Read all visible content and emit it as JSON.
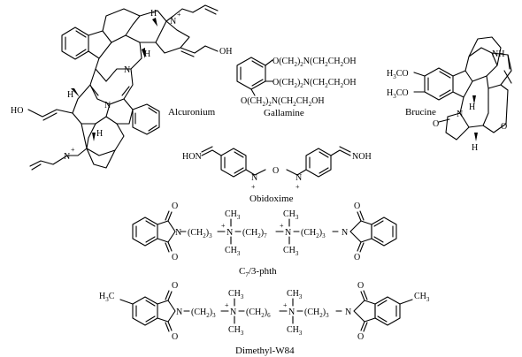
{
  "compounds": {
    "alcuronium": {
      "name": "Alcuronium",
      "atoms": {
        "oh": "HO",
        "oh_right": "OH",
        "n": "N",
        "h": "H",
        "plus": "+"
      }
    },
    "gallamine": {
      "name": "Gallamine",
      "substituent_1": "O(CH2)2N(CH2CH2OH",
      "substituent_2": "O(CH2)2N(CH2CH2OH",
      "substituent_3": "O(CH2)2N(CH2CH2OH",
      "chain_1": {
        "o": "O(CH",
        "n": ")",
        "n_sub": "2",
        "rest": "N(CH",
        "rest_sub": "2",
        "tail": "CH",
        "tail_sub": "2",
        "end": "OH"
      },
      "chain_2": {
        "o": "O(CH",
        "n": ")",
        "n_sub": "2",
        "rest": "N(CH",
        "rest_sub": "2",
        "tail": "CH",
        "tail_sub": "2",
        "end": "OH"
      },
      "chain_3": {
        "o": "O(CH",
        "n": ")",
        "n_sub": "2",
        "rest": "N(CH",
        "rest_sub": "2",
        "tail": "CH",
        "tail_sub": "2",
        "end": "OH"
      }
    },
    "brucine": {
      "name": "Brucine",
      "methoxy_1": "H3CO",
      "methoxy_2": "H3CO",
      "atoms": {
        "nh": "NH",
        "n": "N",
        "o": "O",
        "h": "H"
      }
    },
    "obidoxime": {
      "name": "Obidoxime",
      "left_oxime": "HON",
      "right_oxime": "NOH",
      "atoms": {
        "n": "N",
        "o": "O",
        "plus": "+"
      }
    },
    "c7_3_phth": {
      "name_prefix": "C",
      "name_sub": "7",
      "name_suffix": "/3-phth",
      "chain_a": "(CH2)3",
      "chain_b": "(CH2)7",
      "chain_c": "(CH2)3",
      "atoms": {
        "o": "O",
        "n": "N",
        "ch3": "CH",
        "ch3_sub": "3",
        "plus": "+"
      }
    },
    "dimethyl_w84": {
      "name": "Dimethyl-W84",
      "chain_a": "(CH2)3",
      "chain_b": "(CH2)6",
      "chain_c": "(CH2)3",
      "atoms": {
        "o": "O",
        "n": "N",
        "ch3": "CH",
        "ch3_sub": "3",
        "h3c": "H",
        "plus": "+"
      }
    }
  }
}
